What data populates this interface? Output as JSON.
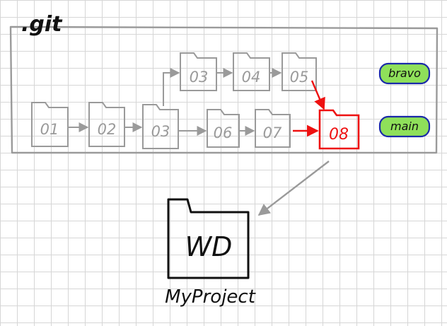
{
  "repo_label": ".git",
  "commits": {
    "c01": "01",
    "c02": "02",
    "c03": "03",
    "c03b": "03",
    "c04": "04",
    "c05": "05",
    "c06": "06",
    "c07": "07",
    "c08": "08"
  },
  "branches": {
    "bravo": "bravo",
    "main": "main"
  },
  "working_dir": {
    "label": "WD",
    "name": "MyProject"
  },
  "colors": {
    "gray": "#9a9a9a",
    "red": "#ee1111",
    "badge_fill": "#8fe05a",
    "badge_border": "#1a2aa8",
    "black": "#111111"
  }
}
